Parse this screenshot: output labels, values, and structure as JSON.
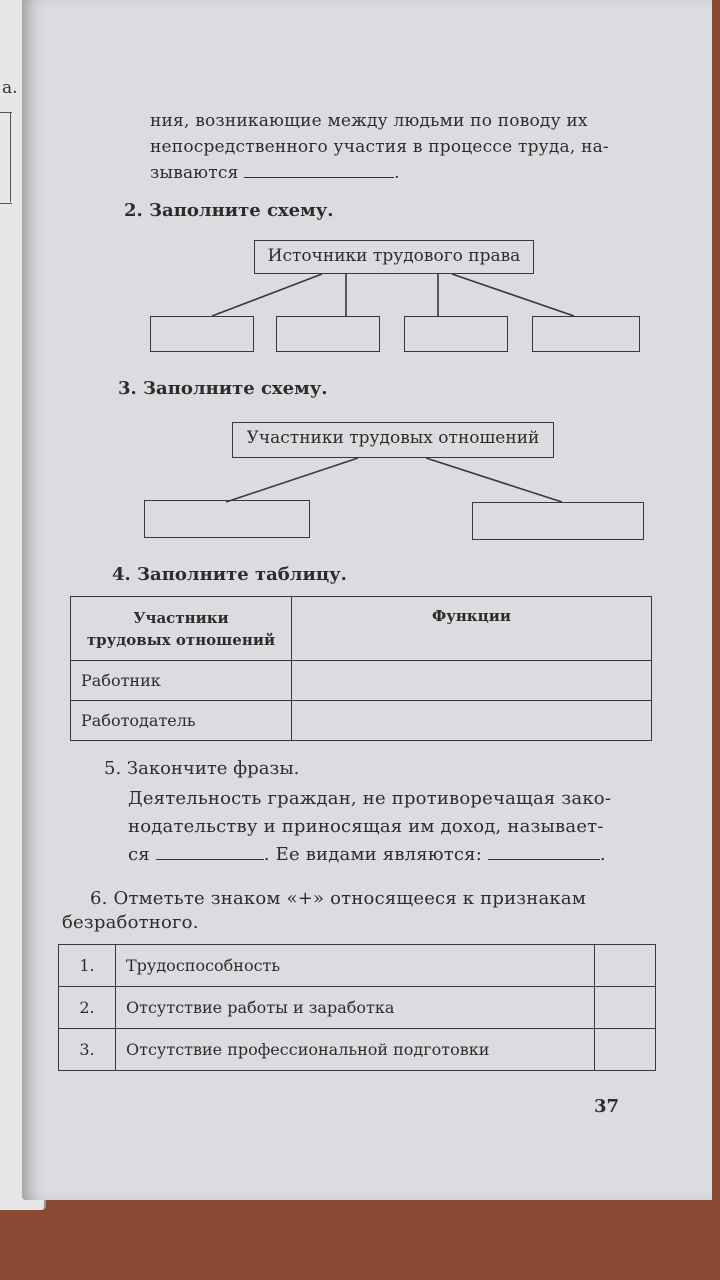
{
  "intro": {
    "line1": "ния, возникающие между людьми по поводу их",
    "line2": "непосредственного участия в процессе труда, на-",
    "line3_start": "зываются",
    "line3_end": "."
  },
  "task2": {
    "heading": "2. Заполните схему.",
    "root_label": "Источники трудового права"
  },
  "task3": {
    "heading": "3. Заполните схему.",
    "root_label": "Участники трудовых отношений"
  },
  "task4": {
    "heading": "4. Заполните таблицу.",
    "col1_line1": "Участники",
    "col1_line2": "трудовых отношений",
    "col2": "Функции",
    "rows": [
      "Работник",
      "Работодатель"
    ]
  },
  "task5": {
    "heading": "5. Закончите фразы.",
    "line1": "Деятельность граждан, не противоречащая зако-",
    "line2": "нодательству и приносящая им доход, называет-",
    "line3_start": "ся",
    "line3_mid": ". Ее видами являются:",
    "line3_end": "."
  },
  "task6": {
    "heading_line1": "6. Отметьте знаком «+» относящееся к признакам",
    "heading_line2": "безработного.",
    "rows": [
      {
        "num": "1.",
        "text": "Трудоспособность"
      },
      {
        "num": "2.",
        "text": "Отсутствие работы и заработка"
      },
      {
        "num": "3.",
        "text": "Отсутствие профессиональной подготовки"
      }
    ]
  },
  "page_number": "37",
  "left_page": {
    "fragment": "а."
  }
}
